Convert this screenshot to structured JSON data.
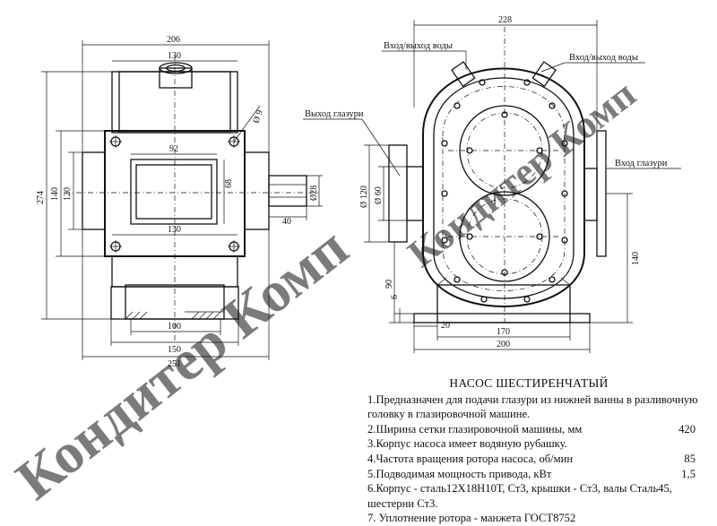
{
  "spec": {
    "title": "НАСОС ШЕСТИРЕНЧАТЫЙ",
    "items": [
      {
        "text": "1.Предназначен для подачи глазури из нижней ванны в разливочную головку в глазировочной машине.",
        "value": ""
      },
      {
        "text": "2.Ширина сетки глазировочной машины, мм",
        "value": "420"
      },
      {
        "text": "3.Корпус насоса имеет водяную рубашку.",
        "value": ""
      },
      {
        "text": "4.Частота вращения ротора насоса, об/мин",
        "value": "85"
      },
      {
        "text": "5.Подводимая мощность привода, кВт",
        "value": "1,5"
      },
      {
        "text": "6.Корпус - сталь12Х18Н10Т, Ст3, крышки - Ст3, валы Сталь45, шестерни Ст3.",
        "value": ""
      },
      {
        "text": "7. Уплотнение ротора - манжета ГОСТ8752",
        "value": ""
      }
    ]
  },
  "callouts": {
    "water_io_left": "Вход/выход воды",
    "water_io_right": "Вход/выход воды",
    "glaze_out": "Выход глазури",
    "glaze_in": "Вход глазури"
  },
  "dimensions": {
    "left": {
      "d206": "206",
      "d130_top": "130",
      "d92": "92",
      "d68": "68",
      "d130_mid": "130",
      "d274": "274",
      "d140": "140",
      "d120": "120",
      "d28": "Ø28",
      "d40": "40",
      "d100": "100",
      "d150": "150",
      "d251": "251",
      "hole": "Ø 9"
    },
    "right": {
      "d228": "228",
      "d120": "Ø 120",
      "d60": "Ø 60",
      "d90": "90",
      "d6": "6",
      "d20": "20",
      "d170": "170",
      "d200": "200",
      "d140": "140"
    }
  },
  "watermark": "Кондитер Комп"
}
